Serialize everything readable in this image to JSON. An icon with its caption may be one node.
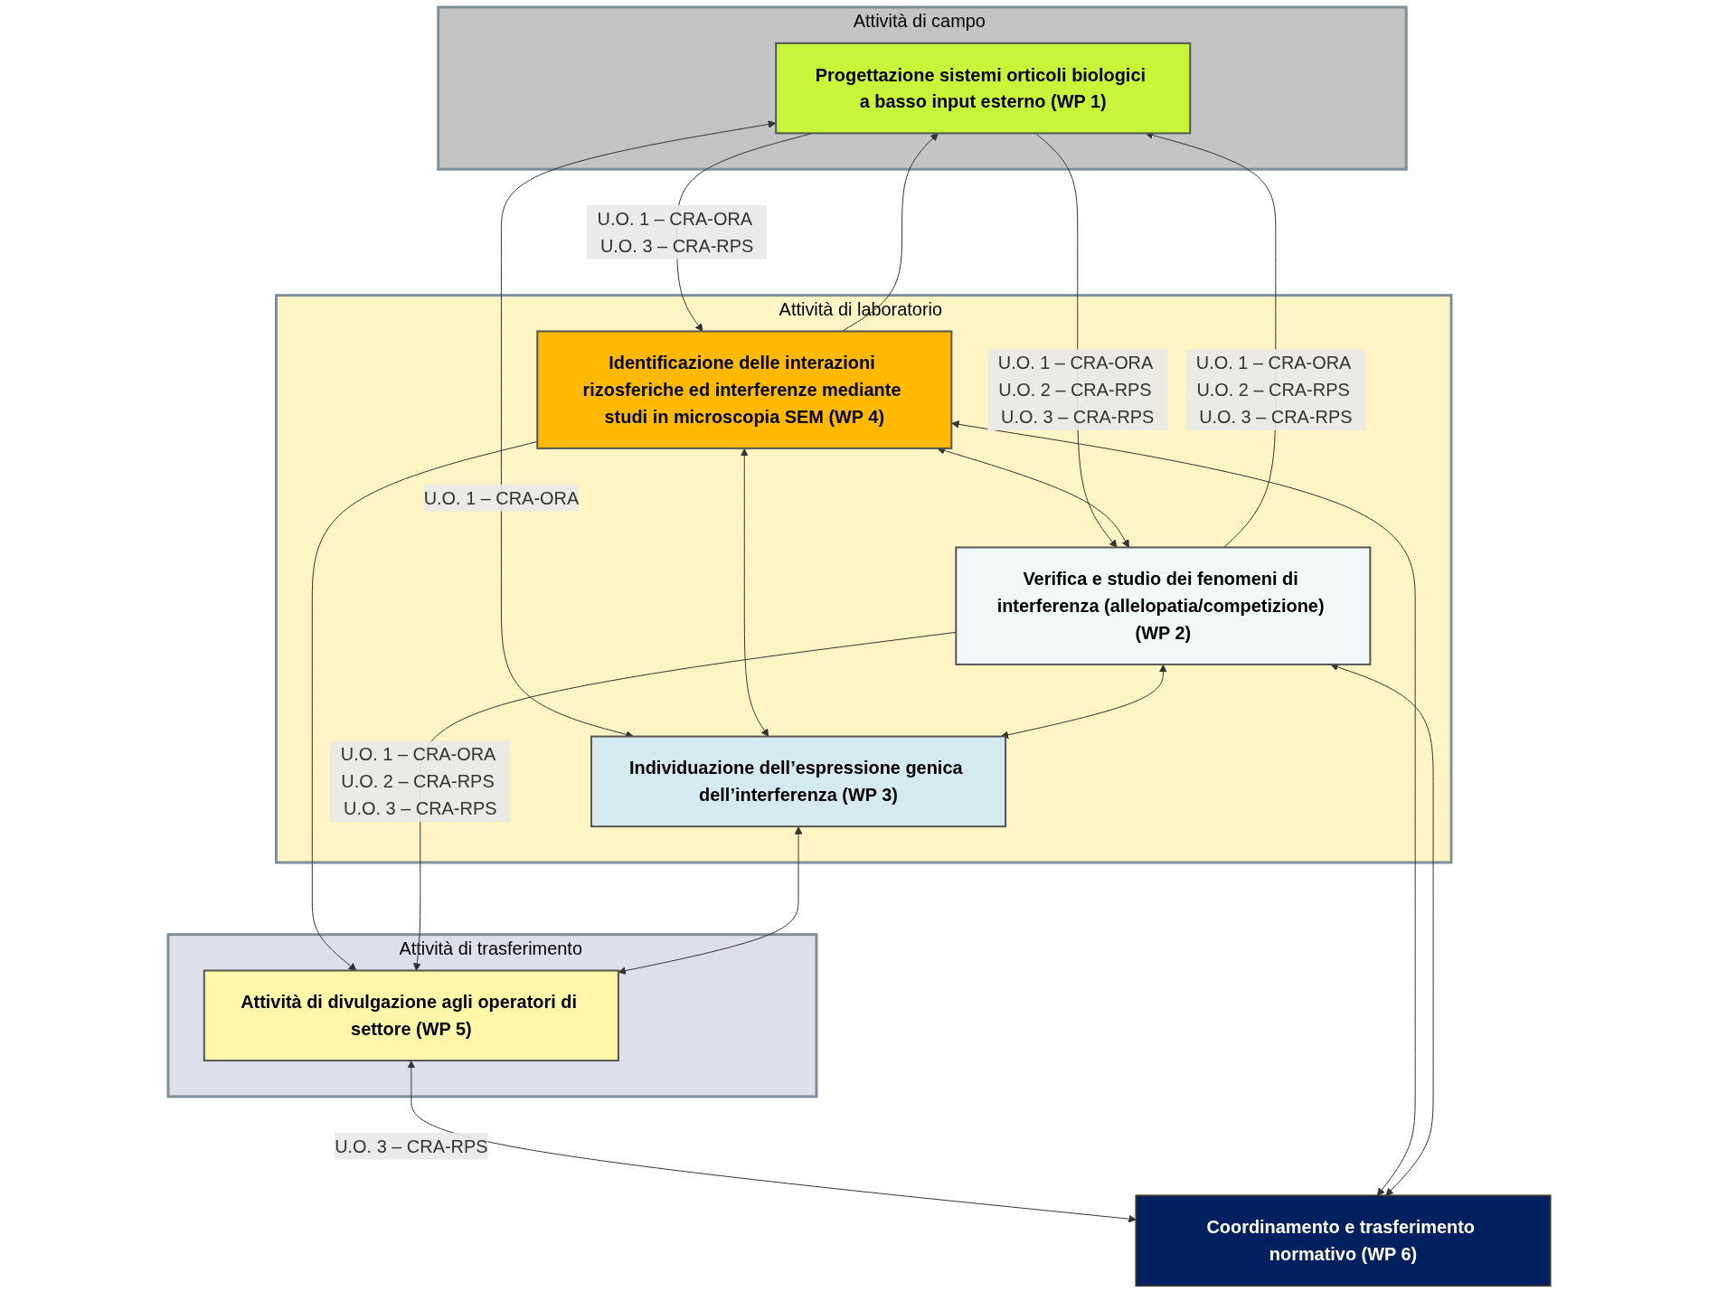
{
  "diagram": {
    "nodes": [
      {
        "text": [
          "Attività di campo"
        ]
      },
      {
        "text": [
          "Progettazione sistemi orticoli biologici a basso input esterno (WP 1)"
        ],
        "in": 0
      },
      {
        "text": [
          "Attività di laboratorio"
        ]
      },
      {
        "text": [
          "Identificazione delle interazioni rizosferiche ed interferenze mediante studi in microscopia SEM (WP 4)"
        ],
        "in": 2
      },
      {
        "text": [
          "Verifica e studio dei fenomeni di interferenza (allelopatia/competizione) (WP 2)"
        ],
        "in": 2
      },
      {
        "text": [
          "Individuazione dell’espressione genica dell’interferenza (WP 3)"
        ],
        "in": 2
      },
      {
        "text": [
          "Attività di trasferimento"
        ]
      },
      {
        "text": [
          "Attività di divulgazione agli operatori di settore (WP 5)"
        ],
        "in": 6
      },
      {
        "text": [
          "Coordinamento e trasferimento normativo (WP 6)"
        ]
      }
    ],
    "edges": [
      {
        "from": 3,
        "to": 1,
        "arrow": "to"
      },
      {
        "from": 3,
        "to": 7,
        "arrow": "to"
      },
      {
        "from": 4,
        "to": 1,
        "arrow": "to",
        "label": "U.O. 1 – CRA-ORA U.O. 2 – CRA-RPS U.O. 3 – CRA-RPS"
      },
      {
        "from": 4,
        "to": 7,
        "arrow": "to",
        "label": "U.O. 1 – CRA-ORA U.O. 2 – CRA-RPS U.O. 3 – CRA-RPS"
      },
      {
        "from": 1,
        "to": 3,
        "arrow": "to",
        "label": "U.O. 1 – CRA-ORA U.O. 3 – CRA-RPS"
      },
      {
        "from": 1,
        "to": 4,
        "arrow": "to",
        "label": "U.O. 1 – CRA-ORA U.O. 2 – CRA-RPS U.O. 3 – CRA-RPS"
      },
      {
        "from": 1,
        "to": 5,
        "arrow": "both",
        "label": "U.O. 1 – CRA-ORA"
      },
      {
        "from": 3,
        "to": 4,
        "arrow": "both"
      },
      {
        "from": 3,
        "to": 5,
        "arrow": "both"
      },
      {
        "from": 4,
        "to": 5,
        "arrow": "both"
      },
      {
        "from": 5,
        "to": 7,
        "arrow": "both"
      },
      {
        "from": 7,
        "to": 8,
        "arrow": "both",
        "label": "U.O. 3 – CRA-RPS"
      },
      {
        "from": 3,
        "to": 8,
        "arrow": "both"
      },
      {
        "from": 4,
        "to": 8,
        "arrow": "both"
      }
    ]
  }
}
